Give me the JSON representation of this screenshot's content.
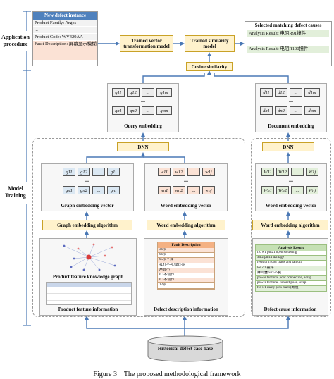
{
  "application_label": "Application procedure",
  "training_label": "Model Training",
  "new_instance": {
    "header": "New defect instance",
    "lines": [
      "Product Family: Argos",
      "...",
      "Product Code: WV429AA",
      "Fault Description: 屏幕显示模糊"
    ]
  },
  "trained_vector_model": "Trained vector transformation model",
  "trained_similarity_model": "Trained similarity model",
  "cosine_similarity": "Cosine similarity",
  "selected_causes": {
    "header": "Selected matching defect causes",
    "items": [
      "Analysis Result: 电阻R91撞件",
      "...",
      "Analysis Result: 电阻R100撞件"
    ]
  },
  "query_embedding": {
    "caption": "Query embedding",
    "row1": [
      "q11",
      "q12",
      "...",
      "q1m"
    ],
    "row2": [
      "qn1",
      "qn2",
      "...",
      "qnm"
    ]
  },
  "document_embedding": {
    "caption": "Document embedding",
    "row1": [
      "d11",
      "d12",
      "...",
      "d1m"
    ],
    "row2": [
      "dn1",
      "dn2",
      "...",
      "dnm"
    ]
  },
  "dnn_left": "DNN",
  "dnn_right": "DNN",
  "graph_vector": {
    "caption": "Graph embedding vector",
    "row1": [
      "g11",
      "g12",
      "...",
      "g1i"
    ],
    "row2": [
      "gn1",
      "gn2",
      "...",
      "gni"
    ]
  },
  "word_vector_mid": {
    "caption": "Word embedding vector",
    "row1": [
      "w11",
      "w12",
      "...",
      "w1j"
    ],
    "row2": [
      "wn1",
      "wn2",
      "...",
      "wnj"
    ]
  },
  "word_vector_right": {
    "caption": "Word embedding vector",
    "row1": [
      "W11",
      "W12",
      "...",
      "W1j"
    ],
    "row2": [
      "Wn1",
      "Wn2",
      "...",
      "Wnj"
    ]
  },
  "graph_algo": "Graph embedding algorithm",
  "word_algo_mid": "Word embedding algorithm",
  "word_algo_right": "Word embedding algorithm",
  "product_graph_label": "Product feature knowledge graph",
  "product_info_caption": "Product feature information",
  "fault_table": {
    "header": "Fault Description",
    "rows": [
      "36项",
      "06项",
      "05项不良",
      "扛灯不亮,绿灯亮",
      "声音小",
      "0.7不动作",
      "0.7不动作",
      "12项"
    ]
  },
  "defect_desc_caption": "Defect description information",
  "analysis_table": {
    "header": "Analysis Result",
    "rows": [
      "ffc w1 pin21 open soldering",
      "xm2 pin11 damage",
      "resistor r4008 crack and fall off",
      "led d1 撞件",
      "蜂鸣器bur1不良",
      "power terminal poor connection, scrap",
      "power terminal contact poor, scrap",
      "ffc w1 many pins crack(断裂)"
    ]
  },
  "defect_cause_caption": "Defect cause information",
  "historical_base": "Historical defect case base",
  "figure_caption": "Figure 3    The proposed methodological framework"
}
